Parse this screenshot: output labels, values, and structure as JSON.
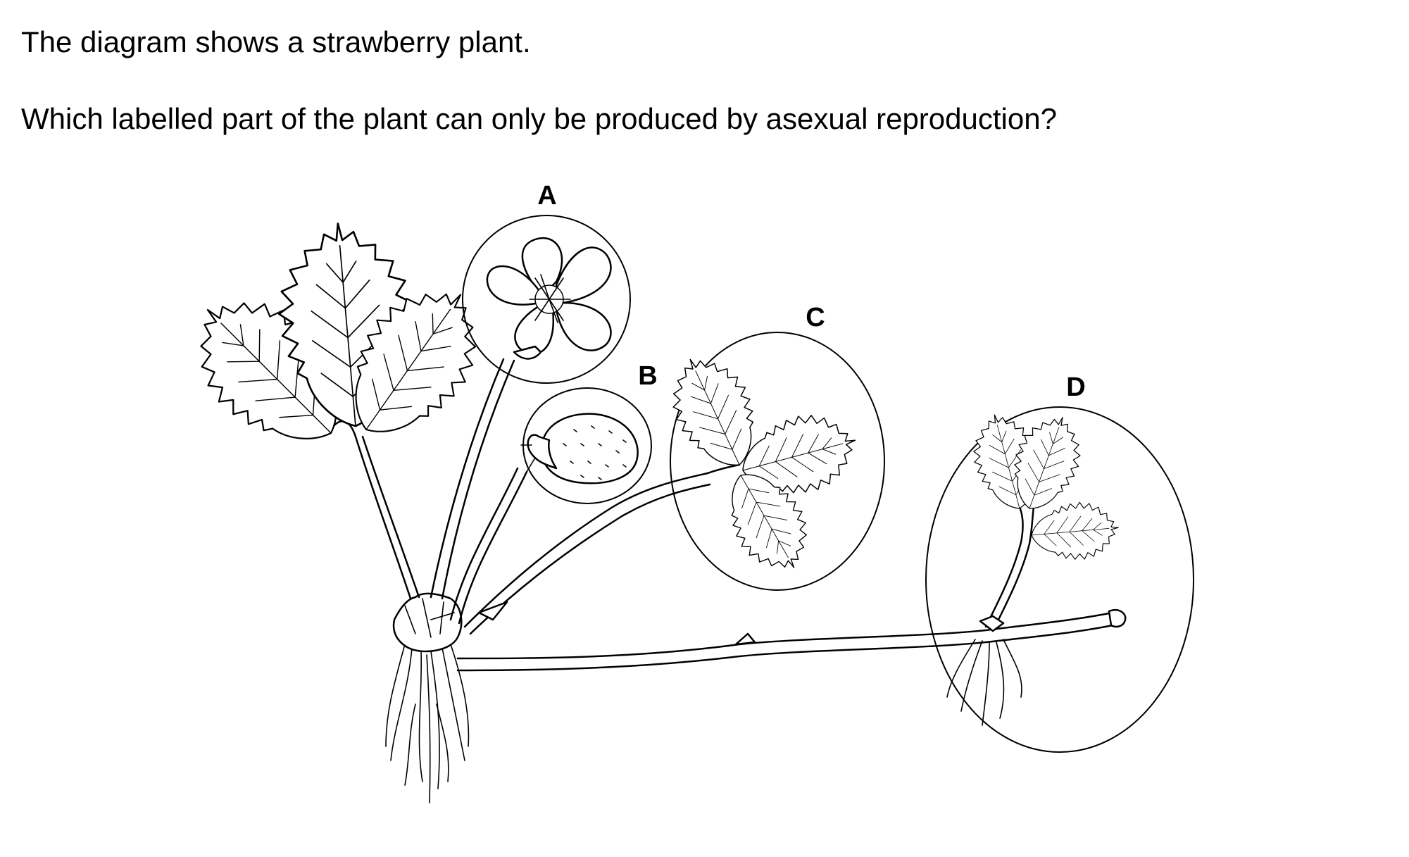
{
  "question": {
    "intro": "The diagram shows a strawberry plant.",
    "prompt": "Which labelled part of the plant can only be produced by asexual reproduction?"
  },
  "labels": {
    "a": "A",
    "b": "B",
    "c": "C",
    "d": "D"
  }
}
